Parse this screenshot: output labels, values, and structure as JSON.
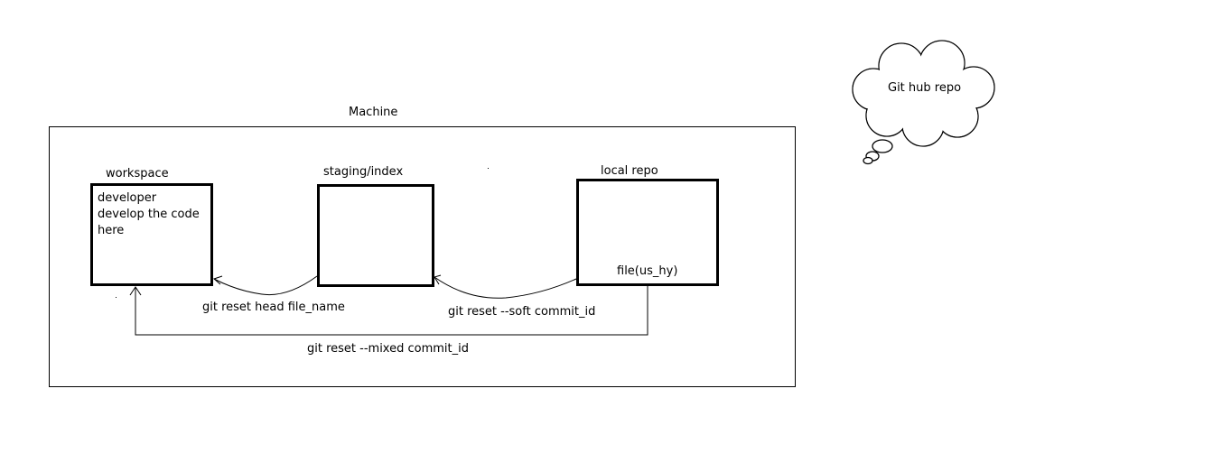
{
  "machine": {
    "title": "Machine"
  },
  "workspace": {
    "title": "workspace",
    "desc_lines": [
      "developer",
      "develop the code",
      "here"
    ]
  },
  "staging": {
    "title": "staging/index"
  },
  "local_repo": {
    "title": "local repo",
    "file_label": "file(us_hy)"
  },
  "commands": {
    "reset_head": "git reset head file_name",
    "reset_soft": "git reset --soft commit_id",
    "reset_mixed": "git reset --mixed commit_id"
  },
  "cloud": {
    "label": "Git hub repo"
  },
  "colors": {
    "stroke": "#000000",
    "background": "#ffffff"
  }
}
